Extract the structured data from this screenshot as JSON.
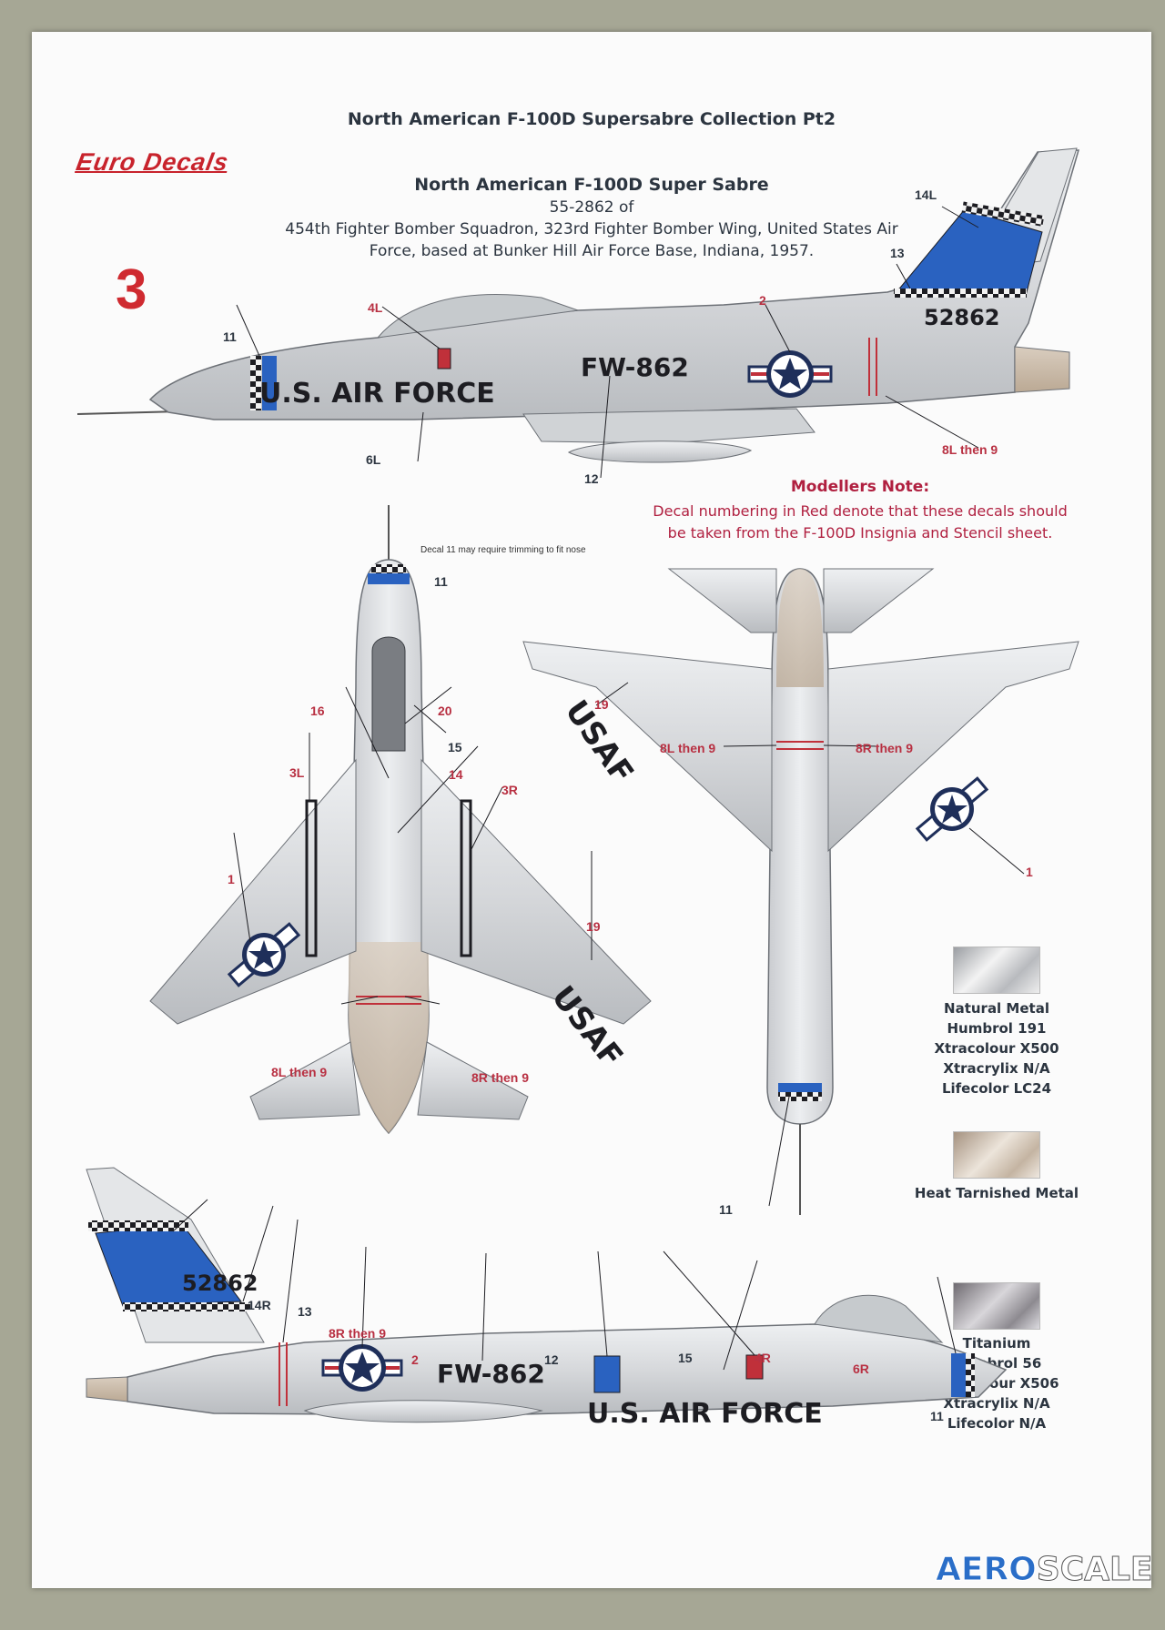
{
  "header": {
    "collection_title": "North American F-100D Supersabre Collection Pt2",
    "brand_logo_text": "Euro Decals",
    "aircraft_title": "North American F-100D Super Sabre",
    "description_lines": [
      "55-2862 of",
      "454th Fighter Bomber Squadron, 323rd Fighter Bomber Wing, United States Air",
      "Force, based at Bunker Hill Air Force Base, Indiana, 1957."
    ],
    "profile_number": "3"
  },
  "modellers_note": {
    "heading": "Modellers Note:",
    "lines": [
      "Decal numbering in Red denote that these decals should",
      "be taken from the F-100D Insignia and Stencil sheet."
    ]
  },
  "trim_note": "Decal 11 may require trimming to fit nose",
  "aircraft_markings": {
    "fuselage_text": "U.S. AIR FORCE",
    "buzz_number": "FW-862",
    "tail_number": "52862",
    "wing_text": "USAF"
  },
  "callouts": {
    "left_profile": {
      "c11": "11",
      "c4L": "4L",
      "c2": "2",
      "c14L": "14L",
      "c13": "13",
      "c6L": "6L",
      "c12": "12",
      "c8L": "8L then 9"
    },
    "top_view": {
      "c11": "11",
      "c16": "16",
      "c20": "20",
      "c15": "15",
      "c3L": "3L",
      "c14": "14",
      "c3R": "3R",
      "c1": "1",
      "c19": "19",
      "c8L": "8L then 9",
      "c8R": "8R then 9"
    },
    "bottom_view": {
      "c19": "19",
      "c8L": "8L then 9",
      "c8R": "8R then 9",
      "c1": "1",
      "c11": "11"
    },
    "right_profile": {
      "c14R": "14R",
      "c13": "13",
      "c8R": "8R then 9",
      "c2": "2",
      "c12": "12",
      "c15": "15",
      "c4R": "4R",
      "c6R": "6R",
      "c11": "11"
    }
  },
  "colour_legend": [
    {
      "lines": [
        "Natural Metal",
        "Humbrol 191",
        "Xtracolour X500",
        "Xtracrylix N/A",
        "Lifecolor LC24"
      ]
    },
    {
      "lines": [
        "Heat Tarnished Metal"
      ]
    },
    {
      "lines": [
        "Titanium",
        "Humbrol 56",
        "Xtracolour X506",
        "Xtracrylix N/A",
        "Lifecolor N/A"
      ]
    }
  ],
  "watermark": {
    "part1": "AERO",
    "part2": "SCALE"
  },
  "colors": {
    "page_background": "#a6a795",
    "sheet": "#fbfbfb",
    "heading_text": "#2c3540",
    "red_callout": "#b83042",
    "checker_blue": "#2a62c0",
    "roundel_blue": "#1f2f5a",
    "natural_metal": "#d8dadd",
    "heat_tarnish": "#cdbba8"
  }
}
